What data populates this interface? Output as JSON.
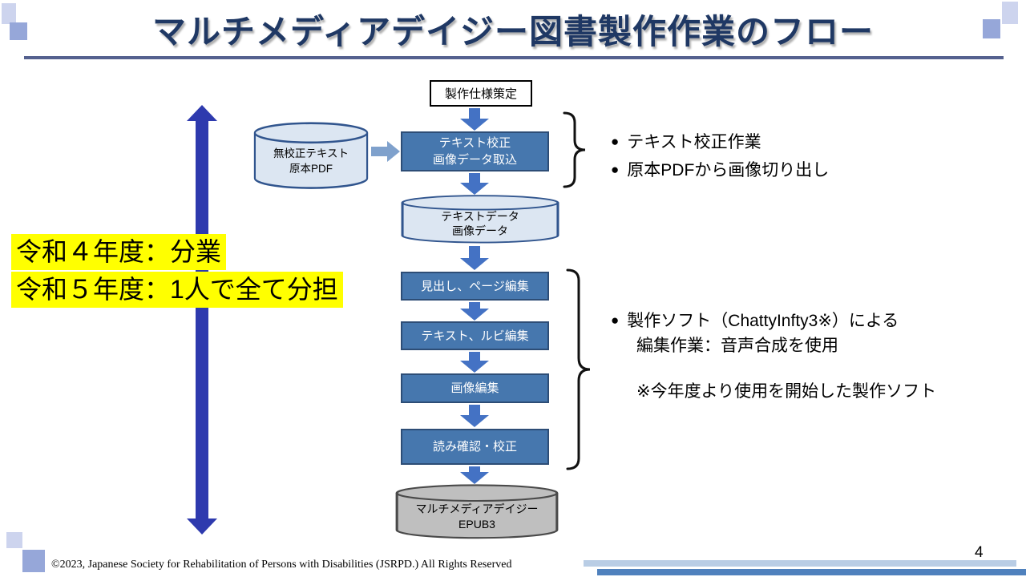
{
  "slide": {
    "title": "マルチメディアデイジー図書製作作業のフロー",
    "page_number": "4",
    "copyright": "©2023, Japanese Society for Rehabilitation of Persons with Disabilities (JSRPD.) All Rights Reserved",
    "bullet": "●"
  },
  "highlight": {
    "line1": "令和４年度：分業",
    "line2": "令和５年度：1人で全て分担"
  },
  "flowchart": {
    "spec_box": "製作仕様策定",
    "source_cylinder": {
      "line1": "無校正テキスト",
      "line2": "原本PDF"
    },
    "proof_box": {
      "line1": "テキスト校正",
      "line2": "画像データ取込"
    },
    "data_cylinder": {
      "line1": "テキストデータ",
      "line2": "画像データ"
    },
    "edit_steps": [
      "見出し、ページ編集",
      "テキスト、ルビ編集",
      "画像編集",
      "読み確認・校正"
    ],
    "output_cylinder": {
      "line1": "マルチメディアデイジー",
      "line2": "EPUB3"
    }
  },
  "annotations": {
    "top_items": [
      "テキスト校正作業",
      "原本PDFから画像切り出し"
    ],
    "bottom_item_line1": "製作ソフト（ChattyInfty3※）による",
    "bottom_item_line2": "編集作業：音声合成を使用",
    "bottom_note": "※今年度より使用を開始した製作ソフト"
  },
  "colors": {
    "title_color": "#1F3864",
    "box_fill": "#4677AE",
    "box_border": "#2D4D76",
    "cylinder_fill": "#DCE6F2",
    "cylinder_border": "#31558E",
    "output_cylinder_fill": "#BFBFBF",
    "output_cylinder_border": "#4A4A4A",
    "arrow": "#4472C4",
    "double_arrow": "#2E3AAE",
    "highlight_bg": "#FFFF00",
    "divider": "#55618F",
    "footer_bar_light": "#B9CDE5",
    "footer_bar_dark": "#4F81BD"
  }
}
